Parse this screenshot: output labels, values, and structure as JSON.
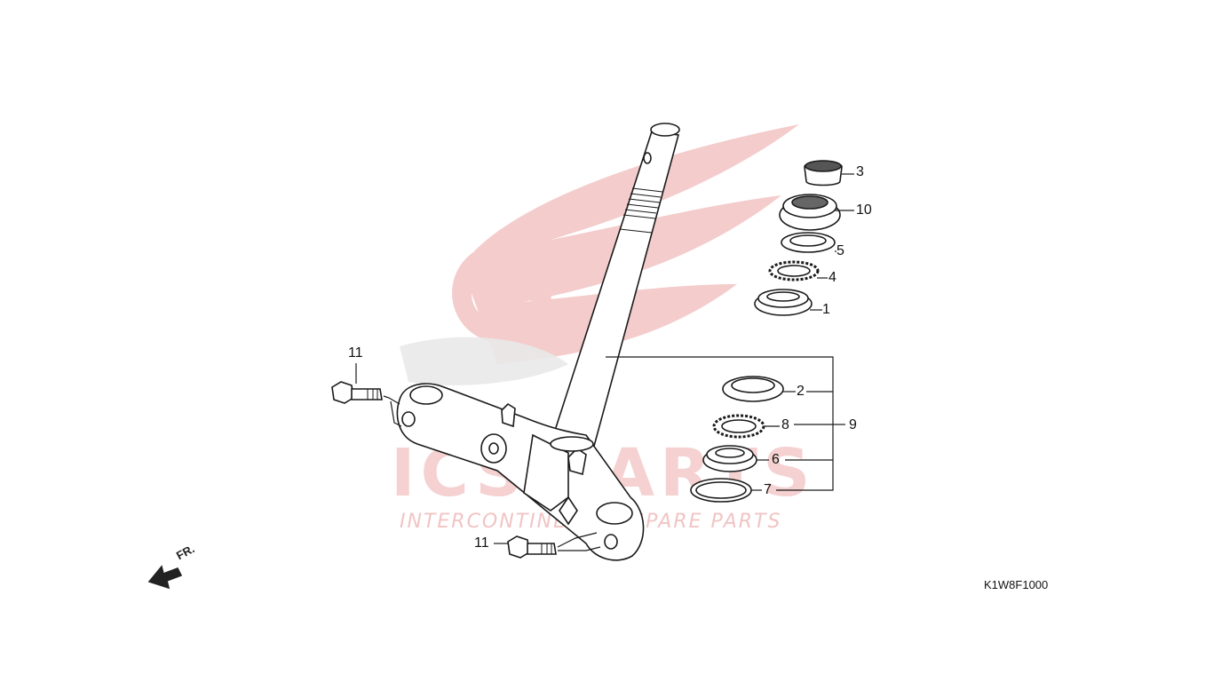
{
  "watermark": {
    "brand": "ICS PARTS",
    "tagline": "INTERCONTINENTAL SPARE PARTS",
    "color": "#e8a3a3"
  },
  "diagram_code": "K1W8F1000",
  "direction_label": "FR.",
  "callouts": {
    "p1": "1",
    "p2": "2",
    "p3": "3",
    "p4": "4",
    "p5": "5",
    "p6": "6",
    "p7": "7",
    "p8": "8",
    "p9": "9",
    "p10": "10",
    "p11a": "11",
    "p11b": "11"
  },
  "colors": {
    "line": "#1a1a1a",
    "part_fill": "#ffffff",
    "shade": "#cfcfcf"
  }
}
